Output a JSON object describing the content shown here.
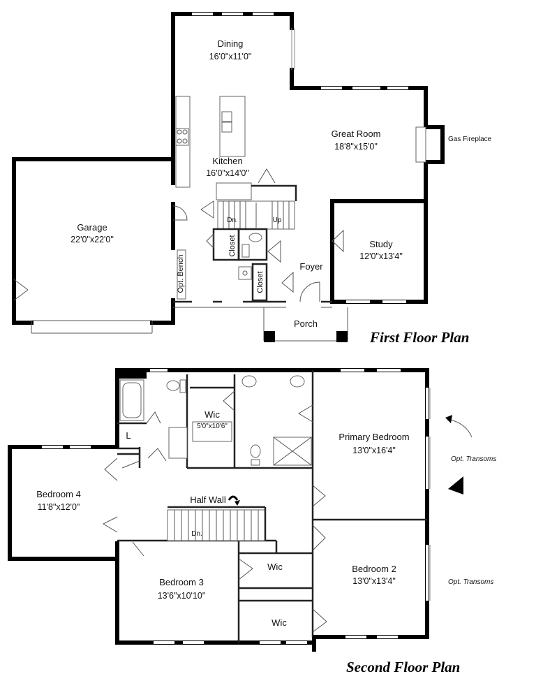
{
  "first_floor": {
    "title": "First Floor Plan",
    "dining": {
      "name": "Dining",
      "size": "16'0\"x11'0\""
    },
    "great_room": {
      "name": "Great Room",
      "size": "18'8\"x15'0\""
    },
    "fireplace": "Gas Fireplace",
    "kitchen": {
      "name": "Kitchen",
      "size": "16'0\"x14'0\""
    },
    "garage": {
      "name": "Garage",
      "size": "22'0\"x22'0\""
    },
    "study": {
      "name": "Study",
      "size": "12'0\"x13'4\""
    },
    "foyer": "Foyer",
    "porch": "Porch",
    "closet_a": "Closet",
    "closet_b": "Closet",
    "opt_bench": "Opt. Bench",
    "stair_down": "Dn.",
    "stair_up": "Up"
  },
  "second_floor": {
    "title": "Second Floor Plan",
    "primary_bedroom": {
      "name": "Primary Bedroom",
      "size": "13'0\"x16'4\""
    },
    "bedroom_4": {
      "name": "Bedroom 4",
      "size": "11'8\"x12'0\""
    },
    "bedroom_3": {
      "name": "Bedroom 3",
      "size": "13'6\"x10'10\""
    },
    "bedroom_2": {
      "name": "Bedroom 2",
      "size": "13'0\"x13'4\""
    },
    "primary_wic": {
      "name": "Wic",
      "size": "5'0\"x10'6\""
    },
    "wic_b": "Wic",
    "wic_c": "Wic",
    "half_wall": "Half Wall",
    "linen": "L",
    "stair_down": "Dn.",
    "opt_transoms_1": "Opt. Transoms",
    "opt_transoms_2": "Opt. Transoms"
  }
}
